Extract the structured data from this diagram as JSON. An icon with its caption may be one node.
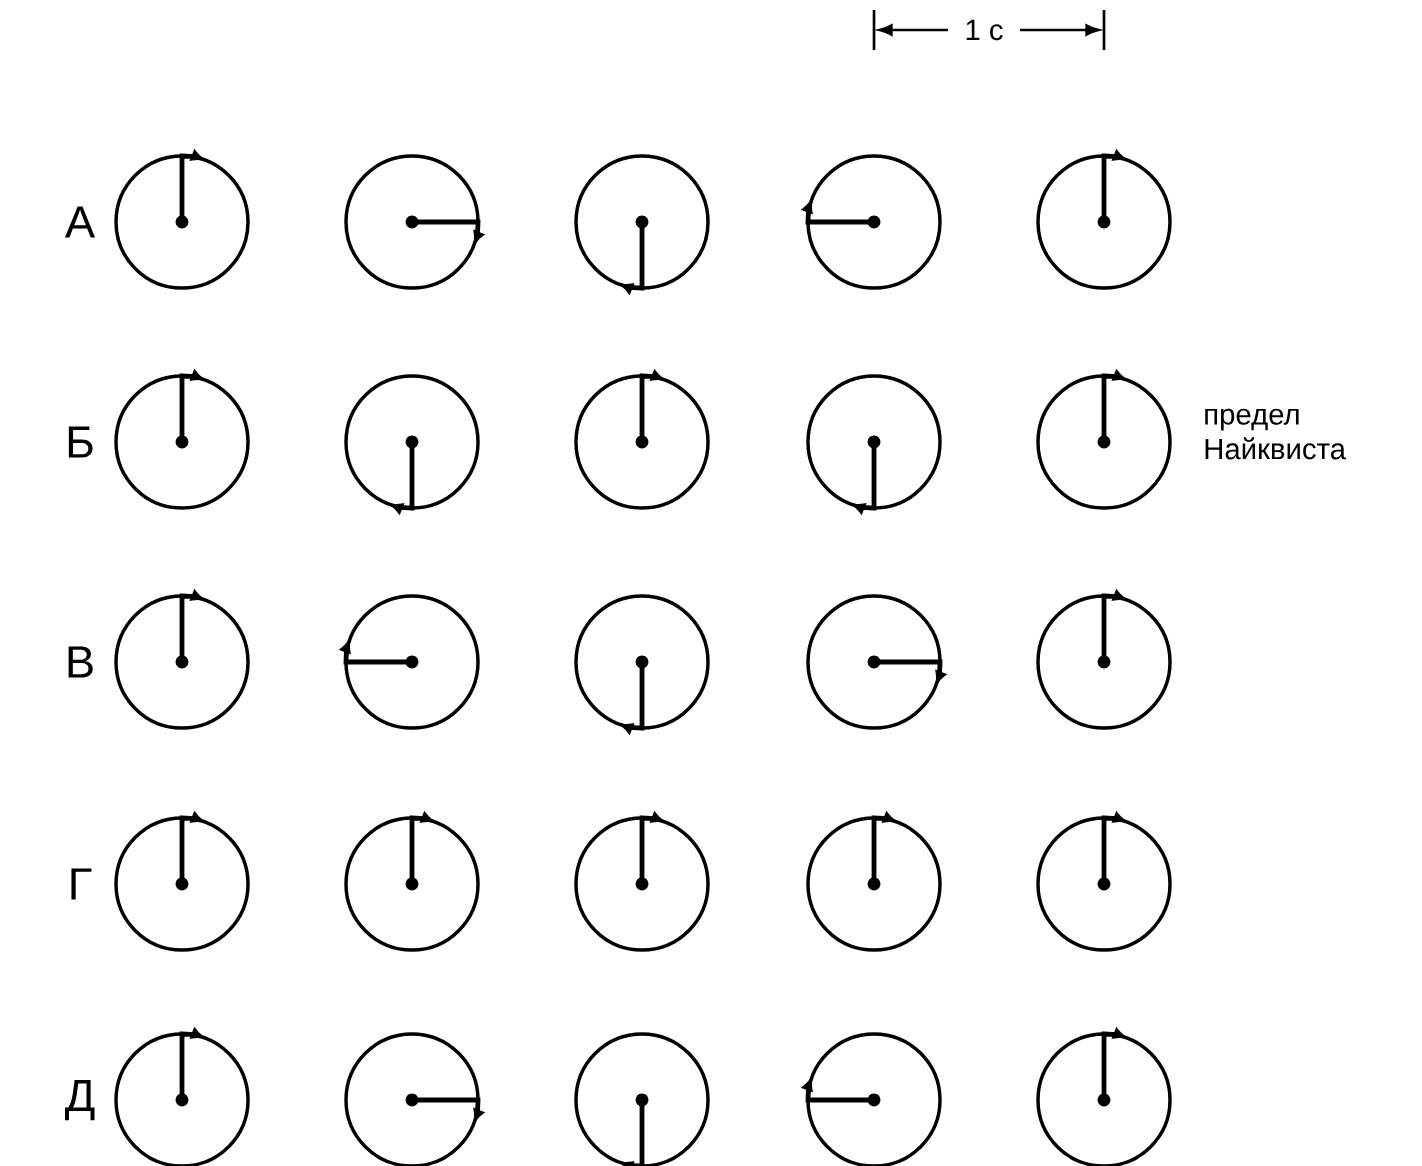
{
  "diagram": {
    "labels": [
      "1 с",
      "А",
      "Б",
      "предел Найквиста",
      "В",
      "Г",
      "Д"
    ]
  }
}
